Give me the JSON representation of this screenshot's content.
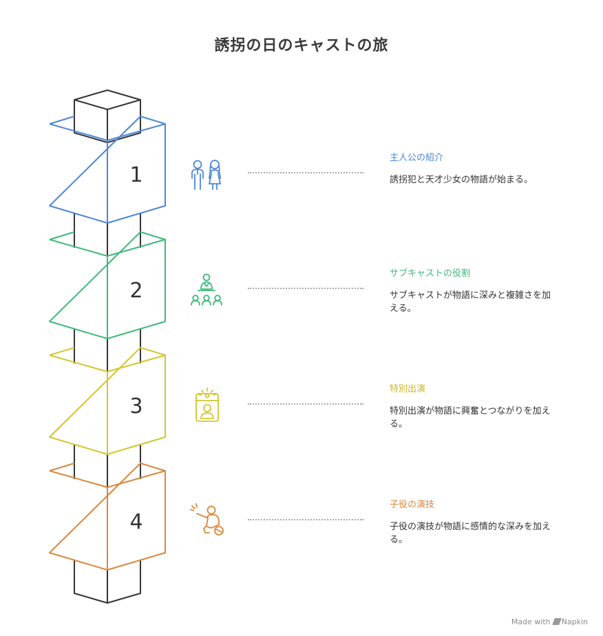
{
  "title": "誘拐の日のキャストの旅",
  "steps": [
    {
      "number": "1",
      "title": "主人公の紹介",
      "desc": "誘拐犯と天才少女の物語が始まる。",
      "color": "#4a86d8",
      "icon": "couple-icon"
    },
    {
      "number": "2",
      "title": "サブキャストの役割",
      "desc": "サブキャストが物語に深みと複雑さを加える。",
      "color": "#3cba78",
      "icon": "group-leader-icon"
    },
    {
      "number": "3",
      "title": "特別出演",
      "desc": "特別出演が物語に興奮とつながりを加える。",
      "color": "#d4c52a",
      "icon": "spotlight-portrait-icon"
    },
    {
      "number": "4",
      "title": "子役の演技",
      "desc": "子役の演技が物語に感情的な深みを加える。",
      "color": "#d9873a",
      "icon": "child-actor-icon"
    }
  ],
  "footer": {
    "made_with": "Made with",
    "brand": "Napkin"
  }
}
